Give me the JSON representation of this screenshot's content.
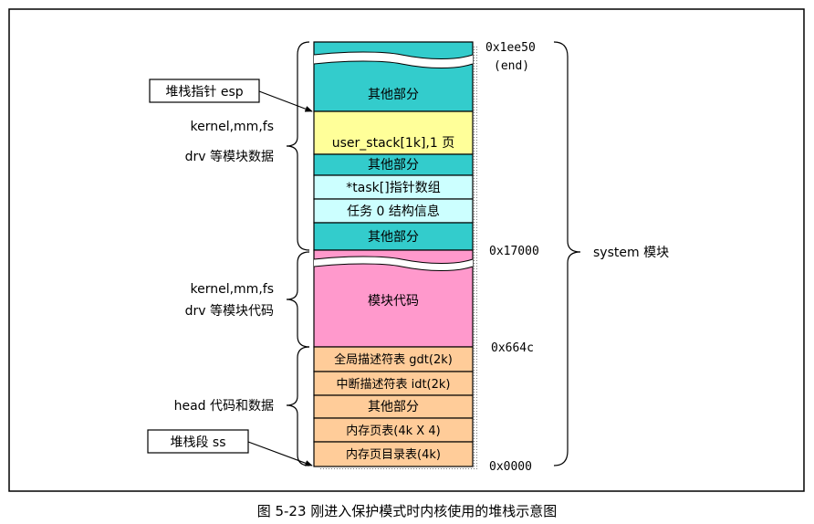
{
  "addresses": {
    "top": "0x1ee50",
    "end": "(end)",
    "a17000": "0x17000",
    "a664c": "0x664c",
    "zero": "0x0000"
  },
  "segments": [
    {
      "label": "其他部分",
      "color": "#33cccc"
    },
    {
      "label": "user_stack[1k],1 页",
      "color": "#ffff99"
    },
    {
      "label": "其他部分",
      "color": "#33cccc"
    },
    {
      "label": "*task[]指针数组",
      "color": "#ccffff"
    },
    {
      "label": "任务 0 结构信息",
      "color": "#ccffff"
    },
    {
      "label": "其他部分",
      "color": "#33cccc"
    },
    {
      "label": "模块代码",
      "color": "#ff99cc"
    },
    {
      "label": "全局描述符表 gdt(2k)",
      "color": "#ffcc99"
    },
    {
      "label": "中断描述符表 idt(2k)",
      "color": "#ffcc99"
    },
    {
      "label": "其他部分",
      "color": "#ffcc99"
    },
    {
      "label": "内存页表(4k X 4)",
      "color": "#ffcc99"
    },
    {
      "label": "内存页目录表(4k)",
      "color": "#ffcc99"
    }
  ],
  "left_labels": {
    "kernel_data_1": "kernel,mm,fs",
    "kernel_data_2": "drv 等模块数据",
    "kernel_code_1": "kernel,mm,fs",
    "kernel_code_2": "drv 等模块代码",
    "head": "head 代码和数据"
  },
  "pointers": {
    "esp": "堆栈指针 esp",
    "ss": "堆栈段 ss"
  },
  "system_label": "system 模块",
  "caption": "图 5-23 刚进入保护模式时内核使用的堆栈示意图"
}
